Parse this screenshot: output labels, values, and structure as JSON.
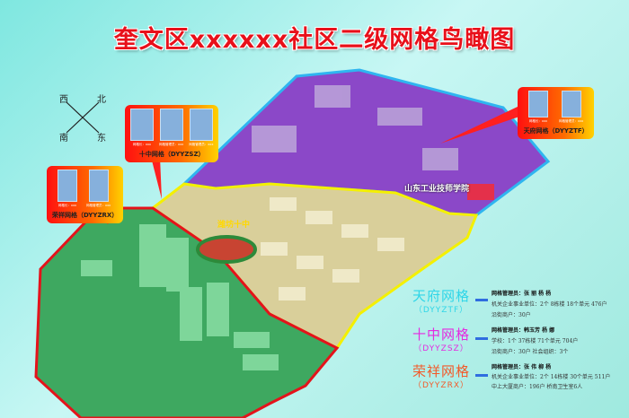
{
  "title": "奎文区xxxxxx社区二级网格鸟瞰图",
  "compass": {
    "north": "北",
    "south": "南",
    "east": "东",
    "west": "西"
  },
  "map_labels": {
    "school_middle": "潍坊十中",
    "school_tech": "山东工业技师学院"
  },
  "colors": {
    "tianfu": "#8e3fd0",
    "shizhong": "#f4f000",
    "rongxiang": "#2fb04a",
    "title": "#e8101a"
  },
  "callouts": [
    {
      "name": "十中网格（DYYZSZ）",
      "captions": [
        "网格长：xxx",
        "网格管理员：xxx",
        "网格管理员：xxx"
      ]
    },
    {
      "name": "荣祥网格（DYYZRX）",
      "captions": [
        "网格长：xxx",
        "网格管理员：xxx"
      ]
    },
    {
      "name": "天府网格（DYYZTF）",
      "captions": [
        "网格长：xxx",
        "网格管理员：xxx"
      ]
    }
  ],
  "legend": [
    {
      "name": "天府网格",
      "code": "（DYYZTF）",
      "color": "#2fd6e8",
      "lines": [
        "网格管理员：张 丽    杨 杨",
        "机关企业事业单位：2个   8栋楼   18个单元   476户",
        "沿街商户：30户"
      ]
    },
    {
      "name": "十中网格",
      "code": "（DYYZSZ）",
      "color": "#e42be0",
      "lines": [
        "网格管理员：韩玉芳    杨 娜",
        "学校：1个   37栋楼   71个单元   704户",
        "沿街商户：30户      社会组织：3个"
      ]
    },
    {
      "name": "荣祥网格",
      "code": "（DYYZRX）",
      "color": "#f25a2a",
      "lines": [
        "网格管理员：张 伟    柳 杨",
        "机关企业事业单位：2个   14栋楼   30个单元   511户",
        "中上大厦商户：196户      桥南卫生室6人"
      ]
    }
  ]
}
